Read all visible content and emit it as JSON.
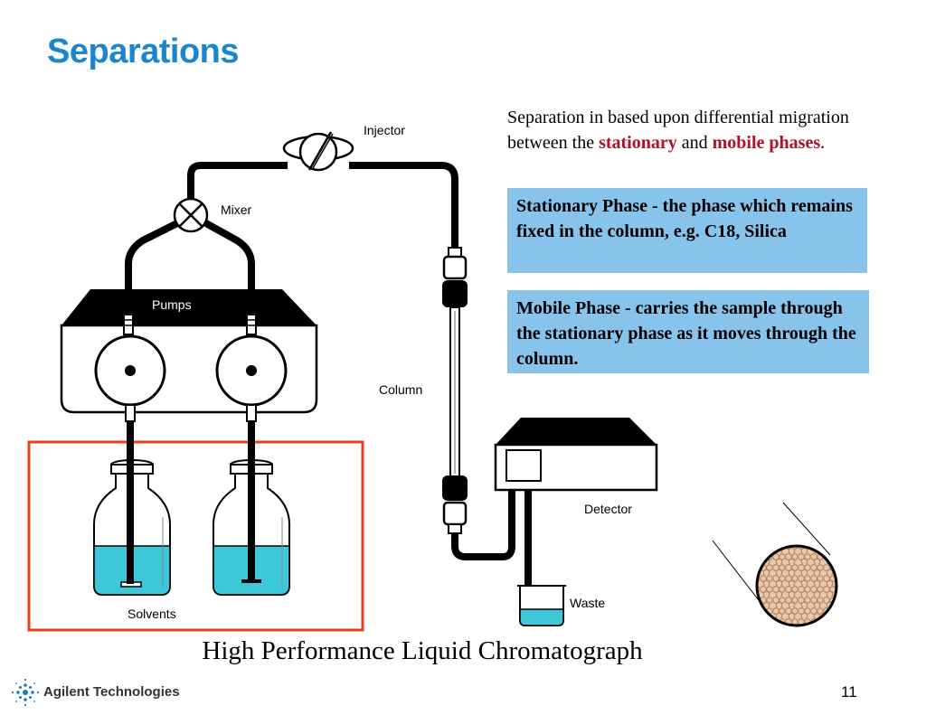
{
  "slide": {
    "title": "Separations",
    "page_number": "11"
  },
  "intro": {
    "text_1": "Separation in based upon differential migration between the ",
    "highlight_1": "stationary",
    "text_2": " and ",
    "highlight_2": "mobile phases",
    "text_3": "."
  },
  "definitions": {
    "stationary": "Stationary Phase - the phase which remains fixed in the column, e.g. C18, Silica",
    "mobile": "Mobile Phase - carries the sample through the stationary phase as it moves through the column."
  },
  "diagram": {
    "labels": {
      "injector": "Injector",
      "mixer": "Mixer",
      "pumps": "Pumps",
      "column": "Column",
      "detector": "Detector",
      "waste": "Waste",
      "solvents": "Solvents"
    },
    "colors": {
      "solvent": "#3cc8d8",
      "highlight_box": "#e8401c",
      "particles": "#e8c8a8"
    }
  },
  "caption": "High Performance Liquid Chromatograph",
  "footer": {
    "company": "Agilent Technologies"
  }
}
